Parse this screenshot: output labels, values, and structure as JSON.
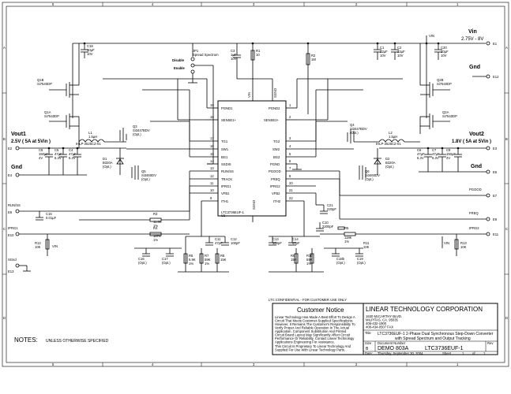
{
  "frame": {
    "col_labels": [
      "5",
      "4",
      "3",
      "2",
      "1"
    ],
    "row_labels": [
      "A",
      "B",
      "C",
      "D"
    ]
  },
  "ic": {
    "ref": "U1",
    "part": "LTC3736EUF-1",
    "top_pins": [
      "VIN",
      "SGND"
    ],
    "bottom_pin": "SGND",
    "left_pins": [
      {
        "num": "19",
        "name": "PGND1"
      },
      {
        "num": "18",
        "name": "SENSE1+"
      },
      {
        "num": "17",
        "name": "TG1"
      },
      {
        "num": "16",
        "name": "SW1"
      },
      {
        "num": "15",
        "name": "BG1"
      },
      {
        "num": "14",
        "name": "SSDIS"
      },
      {
        "num": "13",
        "name": "RUN/SS"
      },
      {
        "num": "12",
        "name": "TRACK"
      },
      {
        "num": "11",
        "name": "IPRG1"
      },
      {
        "num": "10",
        "name": "VFB1"
      },
      {
        "num": "9",
        "name": "ITH1"
      }
    ],
    "right_pins": [
      {
        "num": "1",
        "name": "PGND2"
      },
      {
        "num": "2",
        "name": "SENSE2+"
      },
      {
        "num": "3",
        "name": "TG2"
      },
      {
        "num": "4",
        "name": "SW2"
      },
      {
        "num": "5",
        "name": "BG2"
      },
      {
        "num": "6",
        "name": "PGND"
      },
      {
        "num": "7",
        "name": "PGOOD"
      },
      {
        "num": "8",
        "name": "FREQ"
      },
      {
        "num": "20",
        "name": "IPRG2"
      },
      {
        "num": "21",
        "name": "VFB2"
      },
      {
        "num": "22",
        "name": "ITH2"
      }
    ]
  },
  "power": {
    "vin_label": "Vin",
    "vin_range": "2.75V - 8V",
    "vin_term": "E1",
    "gnd_label": "Gnd",
    "gnd_term_top": "E12",
    "vout1_label": "Vout1",
    "vout1_value": "2.5V ( 5A at 5Vin )",
    "vout1_term": "E2",
    "gnd1_label": "Gnd",
    "gnd1_term": "E4",
    "vout2_label": "Vout2",
    "vout2_value": "1.8V ( 5A at 5Vin )",
    "vout2_term": "E3",
    "gnd2_label": "Gnd",
    "gnd2_term": "E5",
    "vin_small": "VIN"
  },
  "jumper": {
    "ref": "JP1",
    "desc": "Spread Spectrum",
    "disable": "Disable",
    "enable": "Enable"
  },
  "inputs_left": [
    {
      "label": "RUN/SS",
      "term": "E6"
    },
    {
      "label": "IPRG1",
      "term": "E10"
    },
    {
      "label": "SGnd",
      "term": "E13"
    }
  ],
  "inputs_right": [
    {
      "label": "PGOOD",
      "term": "E7"
    },
    {
      "label": "FREQ",
      "term": "E9"
    },
    {
      "label": "IPRG2",
      "term": "E11"
    }
  ],
  "comps_top": [
    {
      "ref": "C18",
      "val": "10µF",
      "v": "10V"
    },
    {
      "ref": "C3",
      "val": "1µF",
      "v": "10V"
    },
    {
      "ref": "R1",
      "val": "10"
    },
    {
      "ref": "R2",
      "val": "1M"
    },
    {
      "ref": "C1",
      "val": "22µF",
      "v": "10V"
    },
    {
      "ref": "C2",
      "val": "22µF",
      "v": "10V"
    },
    {
      "ref": "C20",
      "val": "10µF",
      "v": "10V"
    }
  ],
  "fets": [
    {
      "ref": "Q1B",
      "part": "Si7540DP"
    },
    {
      "ref": "Q1A",
      "part": "Si7540DP"
    },
    {
      "ref": "Q3",
      "part": "Si3447BDV",
      "opt": "(Opt.)"
    },
    {
      "ref": "Q5",
      "part": "Si3460DV",
      "opt": "(Opt.)"
    },
    {
      "ref": "Q2B",
      "part": "Si7540DP"
    },
    {
      "ref": "Q2A",
      "part": "Si7540DP"
    },
    {
      "ref": "Q4",
      "part": "Si3447BDV",
      "opt": "(Opt.)"
    },
    {
      "ref": "Q6",
      "part": "Si3460DV",
      "opt": "(Opt.)"
    }
  ],
  "inductors": [
    {
      "ref": "L1",
      "val": "1.5µH",
      "part": "IHLP-2525CZ-01"
    },
    {
      "ref": "L2",
      "val": "1.5µH",
      "part": "IHLP-2525CZ-01"
    }
  ],
  "diodes": [
    {
      "ref": "D1",
      "part": "B320A",
      "opt": "(Opt.)"
    },
    {
      "ref": "D2",
      "part": "B320A",
      "opt": "(Opt.)"
    }
  ],
  "out_caps_left": [
    {
      "ref": "C8",
      "val": "150µF",
      "v": "4V"
    },
    {
      "ref": "C5",
      "val": "47µF",
      "v": "6.3V"
    },
    {
      "ref": "C4",
      "val": "47µF",
      "v": "6.3V"
    }
  ],
  "out_caps_right": [
    {
      "ref": "C6",
      "val": "47µF",
      "v": "6.3V"
    },
    {
      "ref": "C7",
      "val": "47µF",
      "v": "6.3V"
    },
    {
      "ref": "C9",
      "val": "150µF",
      "v": "4V"
    }
  ],
  "comps_lower": [
    {
      "ref": "C15",
      "val": "0.01µF"
    },
    {
      "ref": "R3",
      "val": "11.8K",
      "tol": "1%"
    },
    {
      "ref": "R4",
      "val": "187K",
      "tol": "1%"
    },
    {
      "ref": "R12",
      "val": "10K"
    },
    {
      "ref": "C11",
      "val": "47pF"
    },
    {
      "ref": "C12",
      "val": "100pF"
    },
    {
      "ref": "C16",
      "val": "(Opt.)"
    },
    {
      "ref": "C17",
      "val": "(Opt.)"
    },
    {
      "ref": "R6",
      "val": "5.9K",
      "tol": "1%"
    },
    {
      "ref": "R7",
      "val": "59K",
      "tol": "1%"
    },
    {
      "ref": "R8",
      "val": "15K"
    },
    {
      "ref": "C13",
      "val": "100pF"
    },
    {
      "ref": "C14",
      "val": "47pF"
    },
    {
      "ref": "R9",
      "val": "15K"
    },
    {
      "ref": "R10",
      "val": "59K",
      "tol": "1%"
    },
    {
      "ref": "C18b",
      "val": "(Opt.)"
    },
    {
      "ref": "C19",
      "val": "(Opt.)"
    },
    {
      "ref": "C21",
      "val": "220pF"
    },
    {
      "ref": "C10",
      "val": "2200pF"
    },
    {
      "ref": "R5",
      "val": "118K",
      "tol": "1%"
    },
    {
      "ref": "R11",
      "val": "10K"
    },
    {
      "ref": "R13",
      "val": "10K"
    }
  ],
  "notes": {
    "title": "NOTES:",
    "text": "UNLESS OTHERWISE SPECIFIED"
  },
  "notice": {
    "confidential": "LTC CONFIDENTIAL - FOR CUSTOMER USE ONLY",
    "title": "Customer Notice",
    "lines": [
      "Linear Technology Has Made A Best Effort To Design A",
      "Circuit That Meets Customer-Supplied Specifications;",
      "However, It Remains The Customer's Responsibility To",
      "Verify Proper And Reliable Operation In The Actual",
      "Application. Component Substitution And Printed",
      "Circuit Board Layout May Significantly Affect Circuit",
      "Performance Or Reliability. Contact Linear Technology",
      "Applications Engineering For Assistance.",
      "This Circuit Is Proprietary To Linear Technology And",
      "Supplied For Use With Linear Technology Parts."
    ]
  },
  "title_block": {
    "company": "LINEAR TECHNOLOGY CORPORATION",
    "address": [
      "1630 McCARTHY BLVD.",
      "MILPITAS, CA. 95035",
      "408-432-1900",
      "408-434-0507 FAX"
    ],
    "title_label": "Title",
    "title_text": "LTC3736EUF-1  2-Phase Dual Synchronous Step-Down Converter",
    "title_text2": "with Spread Spectrum and Output Tracking",
    "size_label": "Size",
    "size": "B",
    "docnum_label": "Document Number",
    "docnum": "DEMO 803A",
    "part": "LTC3736EUF-1",
    "rev_label": "Rev",
    "date_label": "Date:",
    "date": "Thursday, September 30, 2004",
    "sheet_label": "Sheet",
    "sheet": "1",
    "of_label": "of",
    "of": "1"
  }
}
